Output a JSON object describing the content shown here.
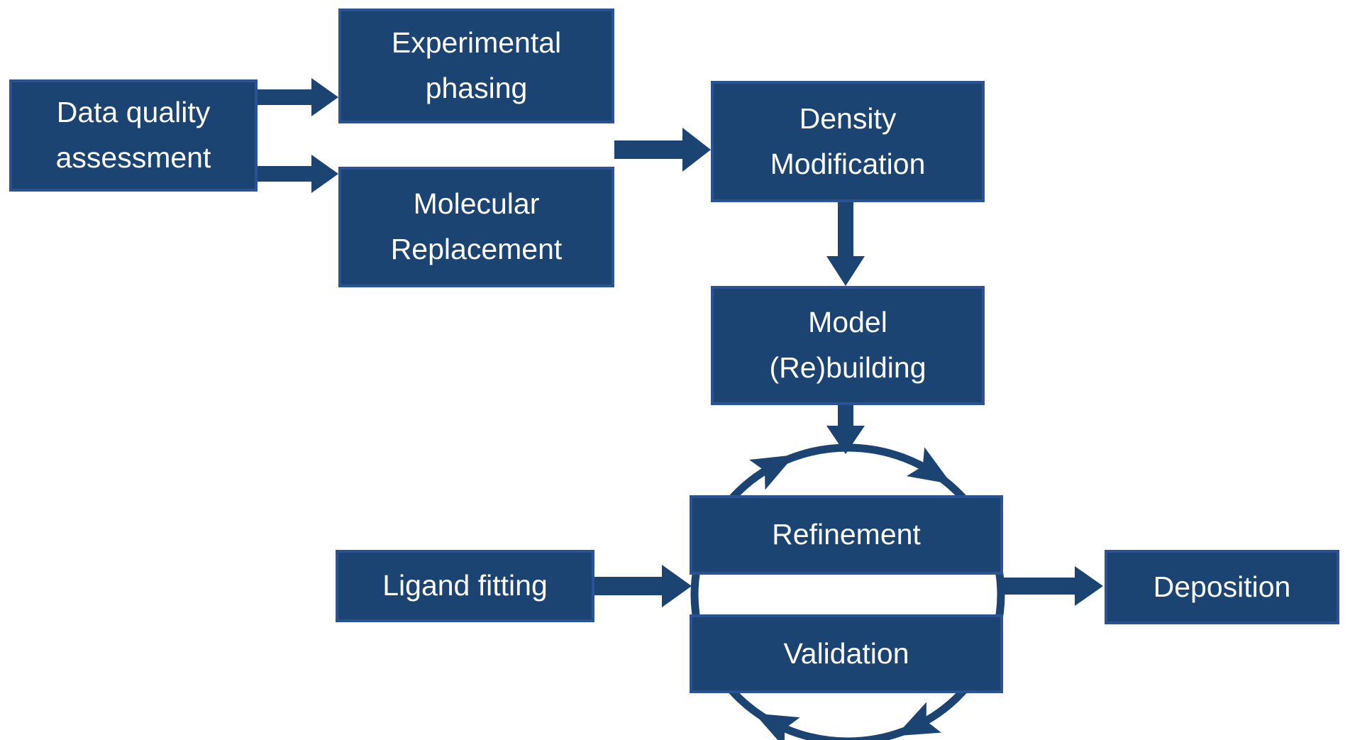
{
  "colors": {
    "box_fill": "#1c4473",
    "box_border": "#2b5394",
    "arrow": "#1c4473",
    "text": "#ffffff",
    "background": "#ffffff"
  },
  "nodes": {
    "data_quality": {
      "label": "Data quality assessment",
      "lines": [
        "Data quality",
        "assessment"
      ]
    },
    "experimental_phasing": {
      "label": "Experimental phasing",
      "lines": [
        "Experimental",
        "phasing"
      ]
    },
    "molecular_replacement": {
      "label": "Molecular Replacement",
      "lines": [
        "Molecular",
        "Replacement"
      ]
    },
    "density_modification": {
      "label": "Density Modification",
      "lines": [
        "Density",
        "Modification"
      ]
    },
    "model_rebuilding": {
      "label": "Model (Re)building",
      "lines": [
        "Model",
        "(Re)building"
      ]
    },
    "refinement": {
      "label": "Refinement",
      "lines": [
        "Refinement"
      ]
    },
    "validation": {
      "label": "Validation",
      "lines": [
        "Validation"
      ]
    },
    "ligand_fitting": {
      "label": "Ligand fitting",
      "lines": [
        "Ligand fitting"
      ]
    },
    "deposition": {
      "label": "Deposition",
      "lines": [
        "Deposition"
      ]
    }
  },
  "edges": [
    {
      "from": "Data quality assessment",
      "to": "Experimental phasing",
      "type": "arrow"
    },
    {
      "from": "Data quality assessment",
      "to": "Molecular Replacement",
      "type": "arrow"
    },
    {
      "from": "Experimental phasing / Molecular Replacement",
      "to": "Density Modification",
      "type": "arrow"
    },
    {
      "from": "Density Modification",
      "to": "Model (Re)building",
      "type": "arrow"
    },
    {
      "from": "Model (Re)building",
      "to": "Refinement-Validation cycle",
      "type": "arrow"
    },
    {
      "from": "Ligand fitting",
      "to": "Refinement-Validation cycle",
      "type": "arrow"
    },
    {
      "from": "Refinement-Validation cycle",
      "to": "Deposition",
      "type": "arrow"
    },
    {
      "from": "Refinement",
      "to": "Validation",
      "type": "clockwise-cycle"
    }
  ]
}
